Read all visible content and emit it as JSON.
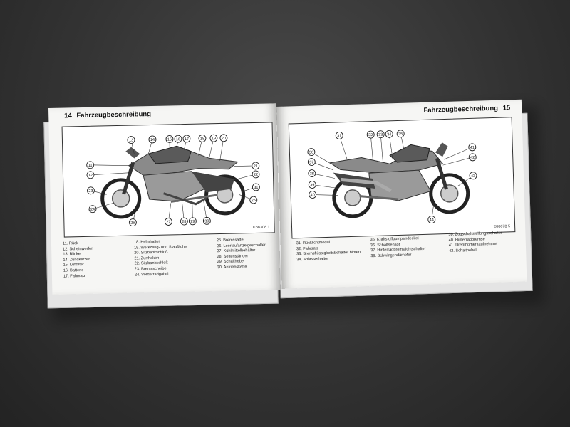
{
  "left_page": {
    "page_number": "14",
    "header_title": "Fahrzeugbeschreibung",
    "figure_id": "Eoo308 1",
    "callouts": [
      "13",
      "14",
      "15",
      "16",
      "17",
      "18",
      "19",
      "20",
      "11",
      "12",
      "21",
      "22",
      "23",
      "24",
      "25",
      "26",
      "27",
      "28",
      "29",
      "30",
      "31"
    ],
    "legend": [
      [
        "11. Rück",
        "12. Scheinwerfer",
        "13. Blinker",
        "14. Zündkerzen",
        "15. Luftfilter",
        "16. Batterie",
        "17. Fahrsatz"
      ],
      [
        "18. Helmhalter",
        "19. Werkzeug- und Staufächer",
        "20. Sitzbankschloß",
        "21. Zurrhaken",
        "22. Sitzbankschloß",
        "23. Bremsscheibe",
        "24. Vorderradgabel"
      ],
      [
        "25. Bremssattel",
        "26. Leerlaufanzeigeschalter",
        "27. Kühlmittelbehälter",
        "28. Seitenständer",
        "29. Schalthebel",
        "30. Antriebskette"
      ]
    ]
  },
  "right_page": {
    "page_number": "15",
    "header_title": "Fahrzeugbeschreibung",
    "figure_id": "E00678 5",
    "callouts": [
      "31",
      "32",
      "33",
      "34",
      "35",
      "36",
      "37",
      "38",
      "39",
      "40",
      "41",
      "42",
      "43",
      "44"
    ],
    "legend": [
      [
        "31. Rücklichtmodul",
        "32. Fahrsatz",
        "33. Bremsflüssigkeitsbehälter hinten",
        "34. Anlasserhalter"
      ],
      [
        "35. Kraftstoffpumpendeckel",
        "36. Schaltsensor",
        "37. Hinterradbremslichtschalter",
        "38. Schwingendämpfer"
      ],
      [
        "39. Zugschaltstellungsschalter",
        "40. Hinterradbremse",
        "41. Drehmomentaufnehmer",
        "42. Schalthebel"
      ]
    ]
  },
  "colors": {
    "paper": "#f6f6f4",
    "background": "#2e2e2e",
    "ink": "#111111"
  }
}
